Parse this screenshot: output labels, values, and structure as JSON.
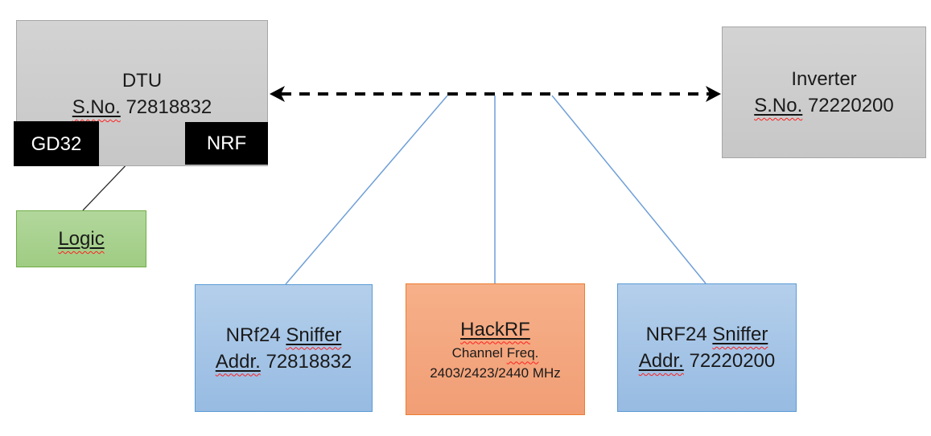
{
  "diagram_nodes": {
    "dtu": {
      "title": "DTU",
      "serial_label": "S.No.",
      "serial_number": "72818832"
    },
    "gd32": {
      "label": "GD32"
    },
    "nrf": {
      "label": "NRF"
    },
    "logic": {
      "label": "Logic"
    },
    "inverter": {
      "title": "Inverter",
      "serial_label": "S.No.",
      "serial_number": "72220200"
    },
    "sniffer_left": {
      "name": "NRf24",
      "name_suffix": "Sniffer",
      "addr_label": "Addr.",
      "addr_value": "72818832"
    },
    "hackrf": {
      "title": "HackRF",
      "freq_label_word1": "Channel",
      "freq_label_word2": "Freq.",
      "frequencies": "2403/2423/2440 MHz"
    },
    "sniffer_right": {
      "name": "NRF24",
      "name_suffix": "Sniffer",
      "addr_label": "Addr.",
      "addr_value": "72220200"
    }
  },
  "colors": {
    "node_gray_fill": "#c9c9c9",
    "node_gray_border": "#a6a6a6",
    "node_black_fill": "#000000",
    "node_green_fill": "#a9d18e",
    "node_green_border": "#70ad47",
    "node_blue_fill": "#9dc3e6",
    "node_blue_border": "#5b9bd5",
    "node_orange_fill": "#f4a97f",
    "node_orange_border": "#ed7d31",
    "connector_blue": "#6f9fd8",
    "connector_black": "#000000",
    "spellcheck_red": "#ff1f1f"
  }
}
